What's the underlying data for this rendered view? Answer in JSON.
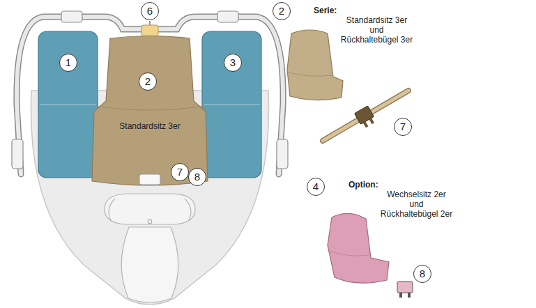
{
  "diagram": {
    "nodes": [
      {
        "text": [
          "Standardsitz 3er"
        ]
      }
    ],
    "labels": [
      "1",
      "2",
      "6",
      "3",
      "7",
      "8",
      "2",
      "Serie:",
      "Standardsitz 3er und Rückhaltebügel 3er",
      "7",
      "4",
      "Option:",
      "Wechselsitz 2er und Rückhaltebügel 2er",
      "8"
    ]
  }
}
